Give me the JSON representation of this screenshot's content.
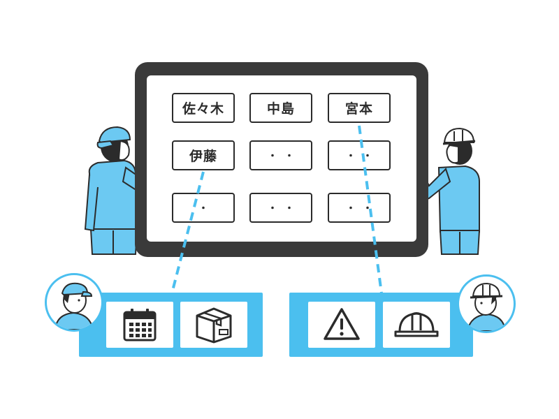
{
  "board": {
    "cards": [
      {
        "label": "佐々木"
      },
      {
        "label": "中島"
      },
      {
        "label": "宮本"
      },
      {
        "label": "伊藤"
      },
      {
        "label": "・・"
      },
      {
        "label": "・・"
      },
      {
        "label": "・"
      },
      {
        "label": "・・"
      },
      {
        "label": "・・"
      }
    ]
  },
  "panels": {
    "left": {
      "icons": [
        "calendar-icon",
        "package-box-icon"
      ]
    },
    "right": {
      "icons": [
        "warning-icon",
        "hard-hat-icon"
      ]
    }
  },
  "colors": {
    "accent": "#4bbfef",
    "board": "#3a3a3a",
    "ink": "#2b2b2b",
    "uniform": "#6cc9f2"
  }
}
